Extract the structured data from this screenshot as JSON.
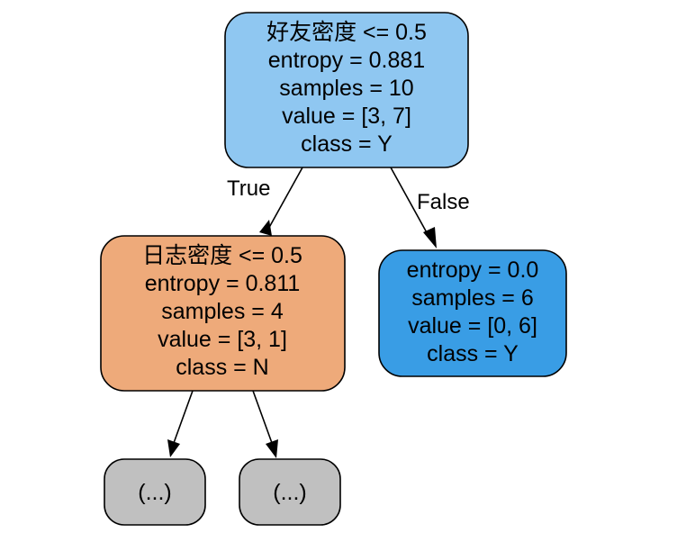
{
  "tree": {
    "root": {
      "lines": [
        "好友密度 <= 0.5",
        "entropy = 0.881",
        "samples = 10",
        "value = [3, 7]",
        "class = Y"
      ],
      "fill": "#8fc7f1"
    },
    "left": {
      "lines": [
        "日志密度 <= 0.5",
        "entropy = 0.811",
        "samples = 4",
        "value = [3, 1]",
        "class = N"
      ],
      "fill": "#eeaa7a"
    },
    "right": {
      "lines": [
        "entropy = 0.0",
        "samples = 6",
        "value = [0, 6]",
        "class = Y"
      ],
      "fill": "#399de5"
    },
    "truncated_left": {
      "label": "(...)",
      "fill": "#c0c0c0"
    },
    "truncated_right": {
      "label": "(...)",
      "fill": "#c0c0c0"
    },
    "edge_true_label": "True",
    "edge_false_label": "False"
  }
}
